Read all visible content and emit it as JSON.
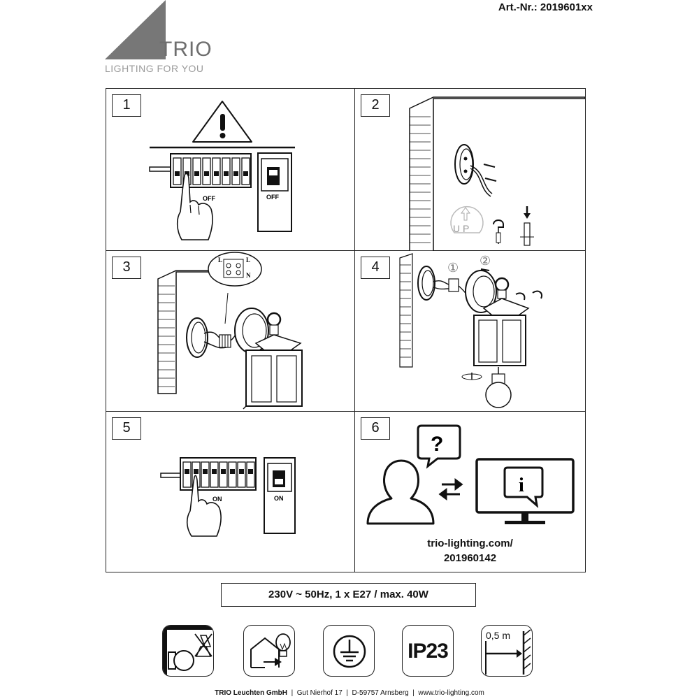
{
  "header": {
    "art_nr": "Art.-Nr.: 2019601xx"
  },
  "logo": {
    "name": "TRIO",
    "tagline": "LIGHTING FOR YOU"
  },
  "steps": [
    {
      "number": "1",
      "labels": {
        "switch_state": "OFF",
        "box_state": "OFF"
      }
    },
    {
      "number": "2",
      "labels": {
        "up": "U P"
      }
    },
    {
      "number": "3",
      "labels": {
        "terminal_l": "L",
        "terminal_n": "N"
      }
    },
    {
      "number": "4",
      "labels": {
        "step_a": "①",
        "step_b": "②"
      }
    },
    {
      "number": "5",
      "labels": {
        "switch_state": "ON",
        "box_state": "ON"
      }
    },
    {
      "number": "6",
      "labels": {
        "link_line1": "trio-lighting.com/",
        "link_line2": "201960142"
      }
    }
  ],
  "spec": "230V ~ 50Hz, 1 x E27 / max. 40W",
  "symbols": [
    {
      "icon": "wall-mount-icon"
    },
    {
      "icon": "outdoor-light-icon"
    },
    {
      "icon": "earth-ground-icon"
    },
    {
      "icon": "ip-rating-icon",
      "label": "IP23"
    },
    {
      "icon": "min-distance-icon",
      "label": "0,5 m"
    }
  ],
  "footer": {
    "company": "TRIO Leuchten GmbH",
    "sep": "  |  ",
    "address": "Gut Nierhof 17",
    "city": "D-59757 Arnsberg",
    "website": "www.trio-lighting.com"
  }
}
